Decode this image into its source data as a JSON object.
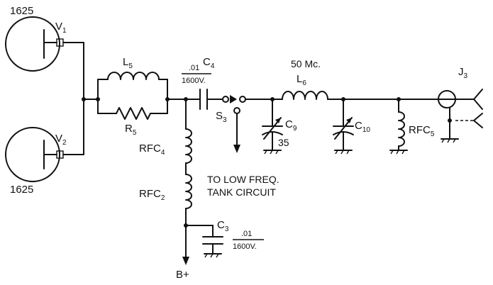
{
  "tubes": {
    "v1": {
      "type": "1625",
      "ref": "V",
      "ref_sub": "1"
    },
    "v2": {
      "type": "1625",
      "ref": "V",
      "ref_sub": "2"
    }
  },
  "inductors": {
    "l5": {
      "ref": "L",
      "ref_sub": "5"
    },
    "l6": {
      "ref": "L",
      "ref_sub": "6",
      "value": "50 Mc."
    }
  },
  "resistors": {
    "r5": {
      "ref": "R",
      "ref_sub": "5"
    }
  },
  "capacitors": {
    "c4": {
      "ref": "C",
      "ref_sub": "4",
      "value_top": ".01",
      "value_bottom": "1600V."
    },
    "c3": {
      "ref": "C",
      "ref_sub": "3",
      "value_top": ".01",
      "value_bottom": "1600V."
    },
    "c9": {
      "ref": "C",
      "ref_sub": "9",
      "value": "35"
    },
    "c10": {
      "ref": "C",
      "ref_sub": "10"
    }
  },
  "chokes": {
    "rfc4": {
      "ref": "RFC",
      "ref_sub": "4"
    },
    "rfc2": {
      "ref": "RFC",
      "ref_sub": "2"
    },
    "rfc5": {
      "ref": "RFC",
      "ref_sub": "5"
    }
  },
  "switch": {
    "ref": "S",
    "ref_sub": "3"
  },
  "note": {
    "line1": "TO LOW FREQ.",
    "line2": "TANK CIRCUIT"
  },
  "supply": {
    "label": "B+"
  },
  "jack": {
    "ref": "J",
    "ref_sub": "3"
  }
}
